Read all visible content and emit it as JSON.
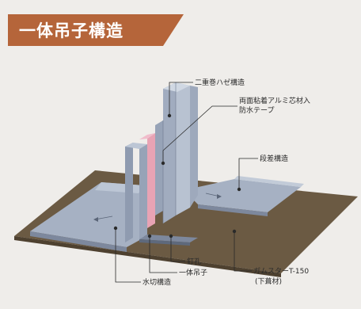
{
  "title": "一体吊子構造",
  "labels": {
    "double_seam": "二重巻ハゼ構造",
    "tape_line1": "両面粘着アルミ芯材入",
    "tape_line2": "防水テープ",
    "step": "段差構造",
    "nail_hole": "釘孔",
    "clip": "一体吊子",
    "drip": "水切構造",
    "underlay_line1": "ガムスターT-150",
    "underlay_line2": "(下葺材)"
  },
  "colors": {
    "title_band": "#b5653a",
    "underlay": "#6b5a43",
    "metal_top": "#b3bdcd",
    "metal_front": "#8f9bb0",
    "metal_side": "#a4afc0",
    "tape": "#e8a3b4",
    "leader": "#2a2a2a"
  }
}
